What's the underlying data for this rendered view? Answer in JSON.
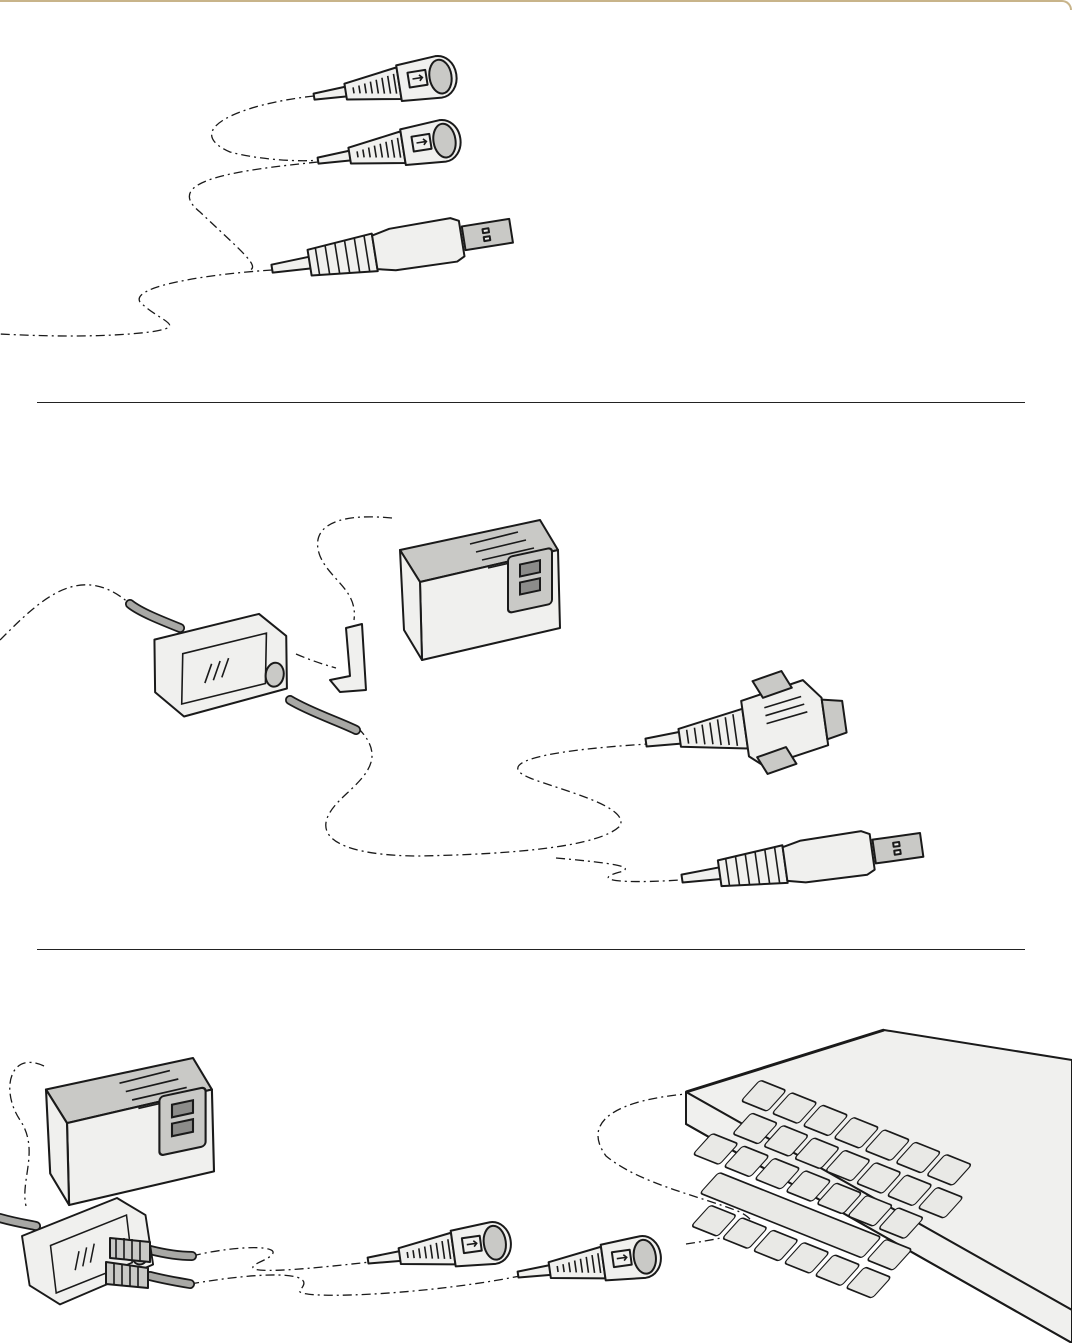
{
  "frame": {
    "accent": "#c8b48a"
  },
  "colors": {
    "line": "#1a1a1a",
    "fill": "#f0f0ee",
    "shade": "#c9c9c6"
  },
  "sections": [
    {
      "id": "interface-cables",
      "connectors": [
        "ps2-connector",
        "ps2-connector",
        "usb-connector"
      ]
    },
    {
      "id": "power-and-interfaces",
      "connectors": [
        "power-supply",
        "power-tap",
        "right-angle-plug",
        "rs232-db9-connector",
        "usb-connector"
      ]
    },
    {
      "id": "keyboard-wedge",
      "connectors": [
        "power-supply",
        "y-cable-power-tap",
        "ps2-connector",
        "ps2-connector",
        "keyboard"
      ]
    }
  ],
  "icons": {
    "ps2": "ps2-connector-icon",
    "usb": "usb-connector-icon",
    "db9": "db9-connector-icon",
    "power": "power-supply-icon",
    "keyboard": "keyboard-icon"
  }
}
